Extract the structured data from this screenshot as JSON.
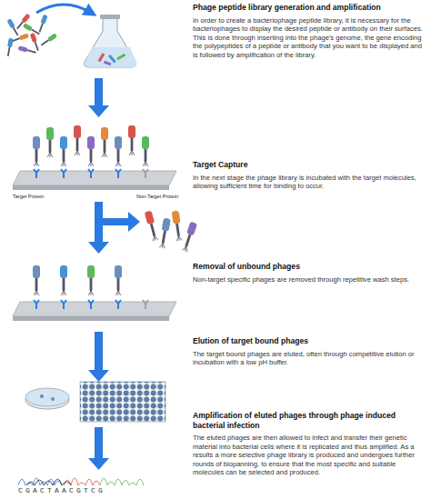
{
  "diagram": {
    "nodes": [
      {
        "text": [
          "Phage peptide library generation and amplification",
          "In order to create a bacteriophage peptide library, it is necessary for the bacteriophages to display the desired peptide or antibody on their surfaces. This is done through inserting into the phage's genome, the gene encoding the polypeptides of a peptide or antibody that you want to be displayed and is followed by amplification of the library."
        ]
      },
      {
        "text": [
          "Target Capture",
          "In the next stage the phage library is incubated with the target molecules, allowing sufficient time for binding to occur."
        ]
      },
      {
        "text": [
          "Removal of unbound phages",
          "Non-target specific phages are removed through repetitive wash steps."
        ]
      },
      {
        "text": [
          "Elution of target bound phages",
          "The target bound phages are eluted, often through competitive elution or incubation with a low pH buffer."
        ]
      },
      {
        "text": [
          "Amplification of eluted phages through phage induced bacterial infection",
          "The eluted phages are then allowed to infect and transfer their genetic material into bacterial cells where it is replicated and thus amplified. As a results a more selective phage library is produced and undergoes further rounds of biopanning, to ensure that the most specific and suitable molecules can be selected and produced."
        ]
      }
    ],
    "labels": [
      "Target Protein",
      "Non-Target Protein",
      "CGACTAACGTCG"
    ]
  }
}
